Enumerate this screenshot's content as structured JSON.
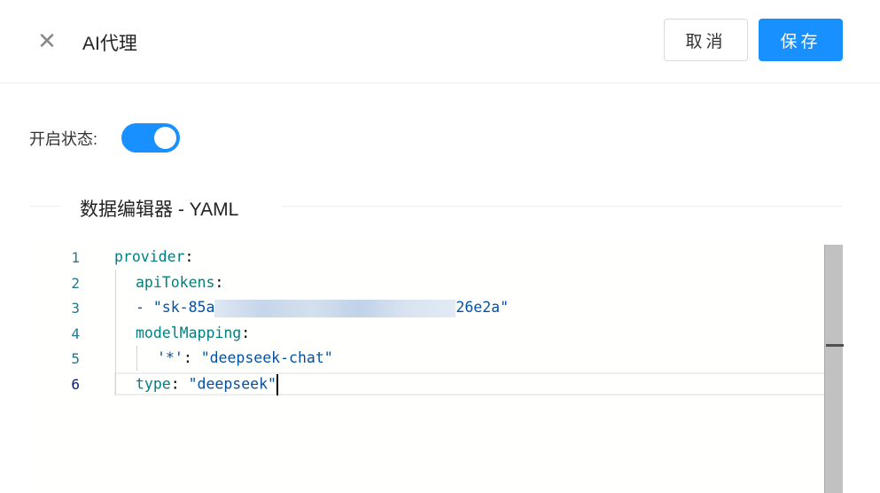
{
  "header": {
    "title": "AI代理",
    "cancel_label": "取消",
    "save_label": "保存"
  },
  "form": {
    "status_label": "开启状态:",
    "enabled": true
  },
  "editor": {
    "section_title": "数据编辑器 - YAML",
    "line_numbers": [
      "1",
      "2",
      "3",
      "4",
      "5",
      "6"
    ],
    "active_line": 6,
    "lines": {
      "l1_key": "provider",
      "l2_key": "apiTokens",
      "l3_prefix": "- \"sk-85a",
      "l3_suffix": "26e2a\"",
      "l4_key": "modelMapping",
      "l5_key": "'*'",
      "l5_value": "\"deepseek-chat\"",
      "l6_key": "type",
      "l6_value": "\"deepseek\""
    }
  }
}
